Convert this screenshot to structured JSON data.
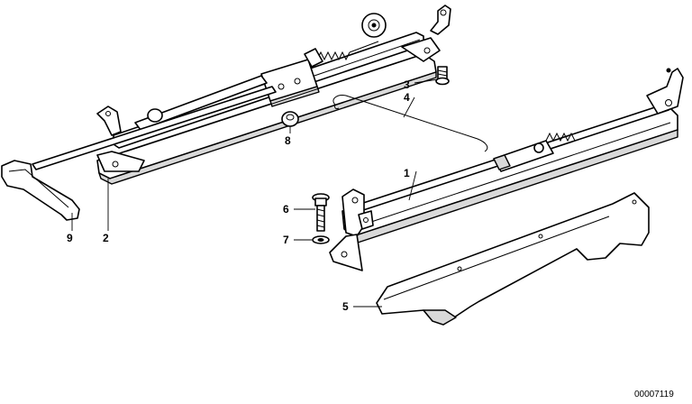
{
  "diagram": {
    "callouts": [
      {
        "id": "1",
        "label": "1"
      },
      {
        "id": "2",
        "label": "2"
      },
      {
        "id": "3",
        "label": "3"
      },
      {
        "id": "4",
        "label": "4"
      },
      {
        "id": "5",
        "label": "5"
      },
      {
        "id": "6",
        "label": "6"
      },
      {
        "id": "7",
        "label": "7"
      },
      {
        "id": "8",
        "label": "8"
      },
      {
        "id": "9",
        "label": "9"
      }
    ],
    "document_number": "00007119"
  }
}
